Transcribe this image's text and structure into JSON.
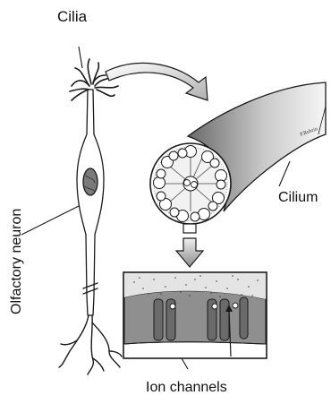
{
  "labels": {
    "cilia": "Cilia",
    "cilium": "Cilium",
    "olfactory_neuron": "Olfactory neuron",
    "ion_channels": "Ion channels"
  },
  "colors": {
    "outline": "#1a1a1a",
    "membrane_fill": "#8a8a8a",
    "channel_fill": "#6e6e6e",
    "cilium_gradient_dark": "#5a5a5a",
    "cilium_gradient_light": "#f4f4f4"
  }
}
